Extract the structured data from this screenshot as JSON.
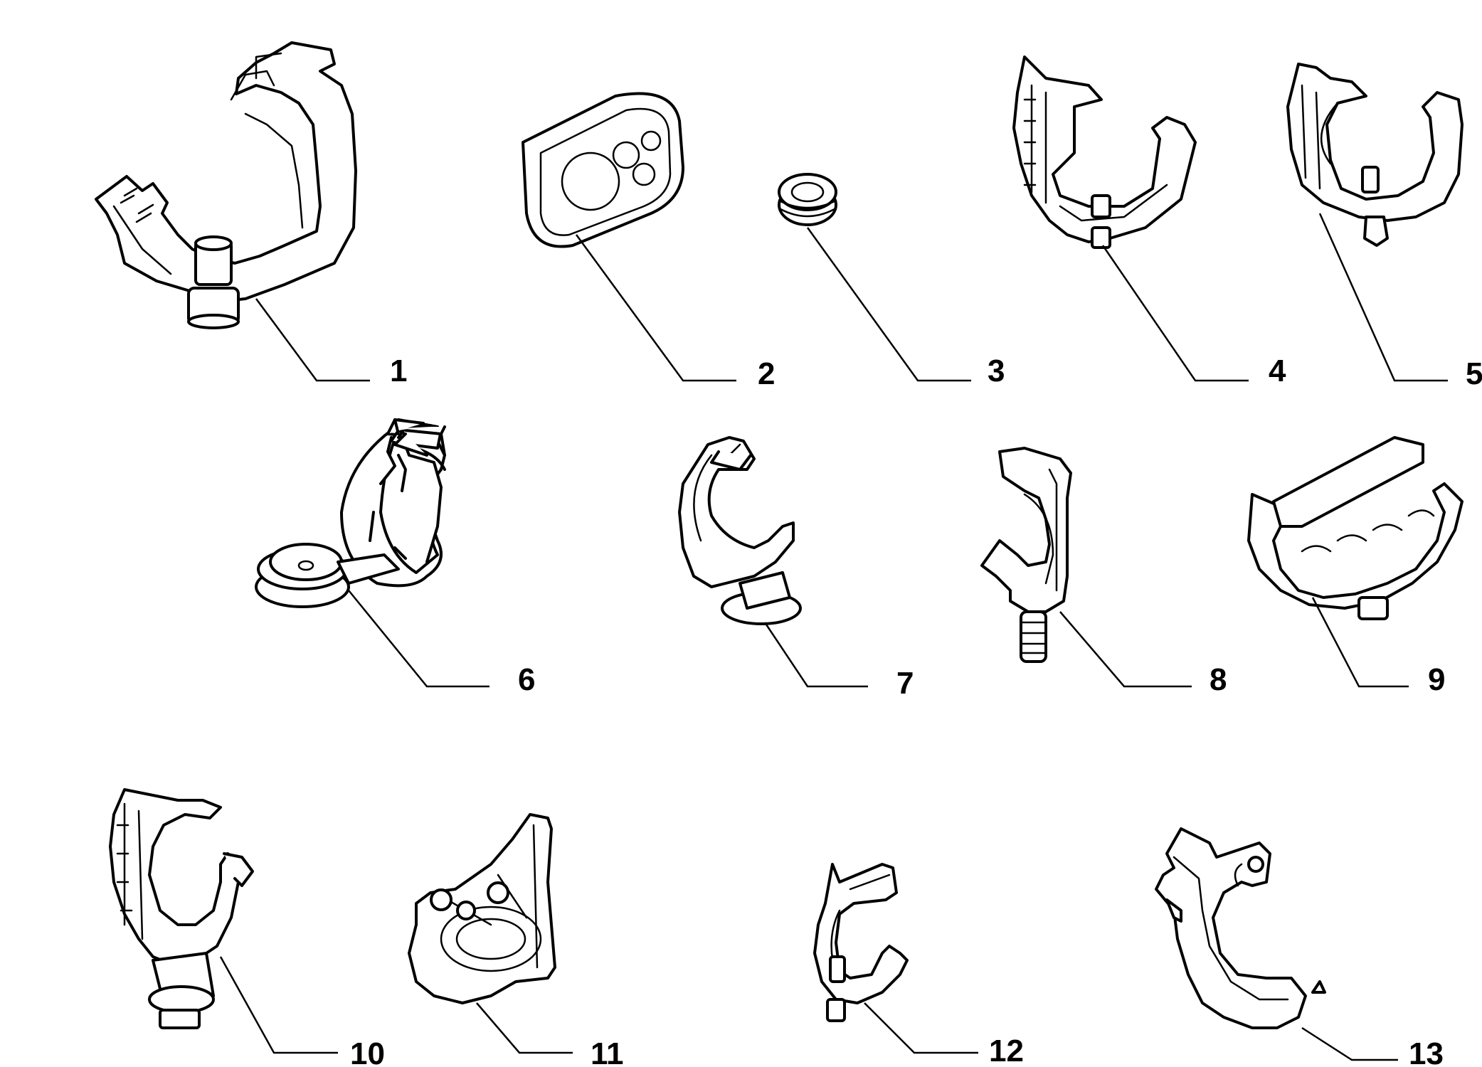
{
  "diagram": {
    "callouts": [
      "1",
      "2",
      "3",
      "4",
      "5",
      "6",
      "7",
      "8",
      "9",
      "10",
      "11",
      "12",
      "13"
    ],
    "colors": {
      "line": "#000000",
      "background": "#ffffff"
    }
  }
}
